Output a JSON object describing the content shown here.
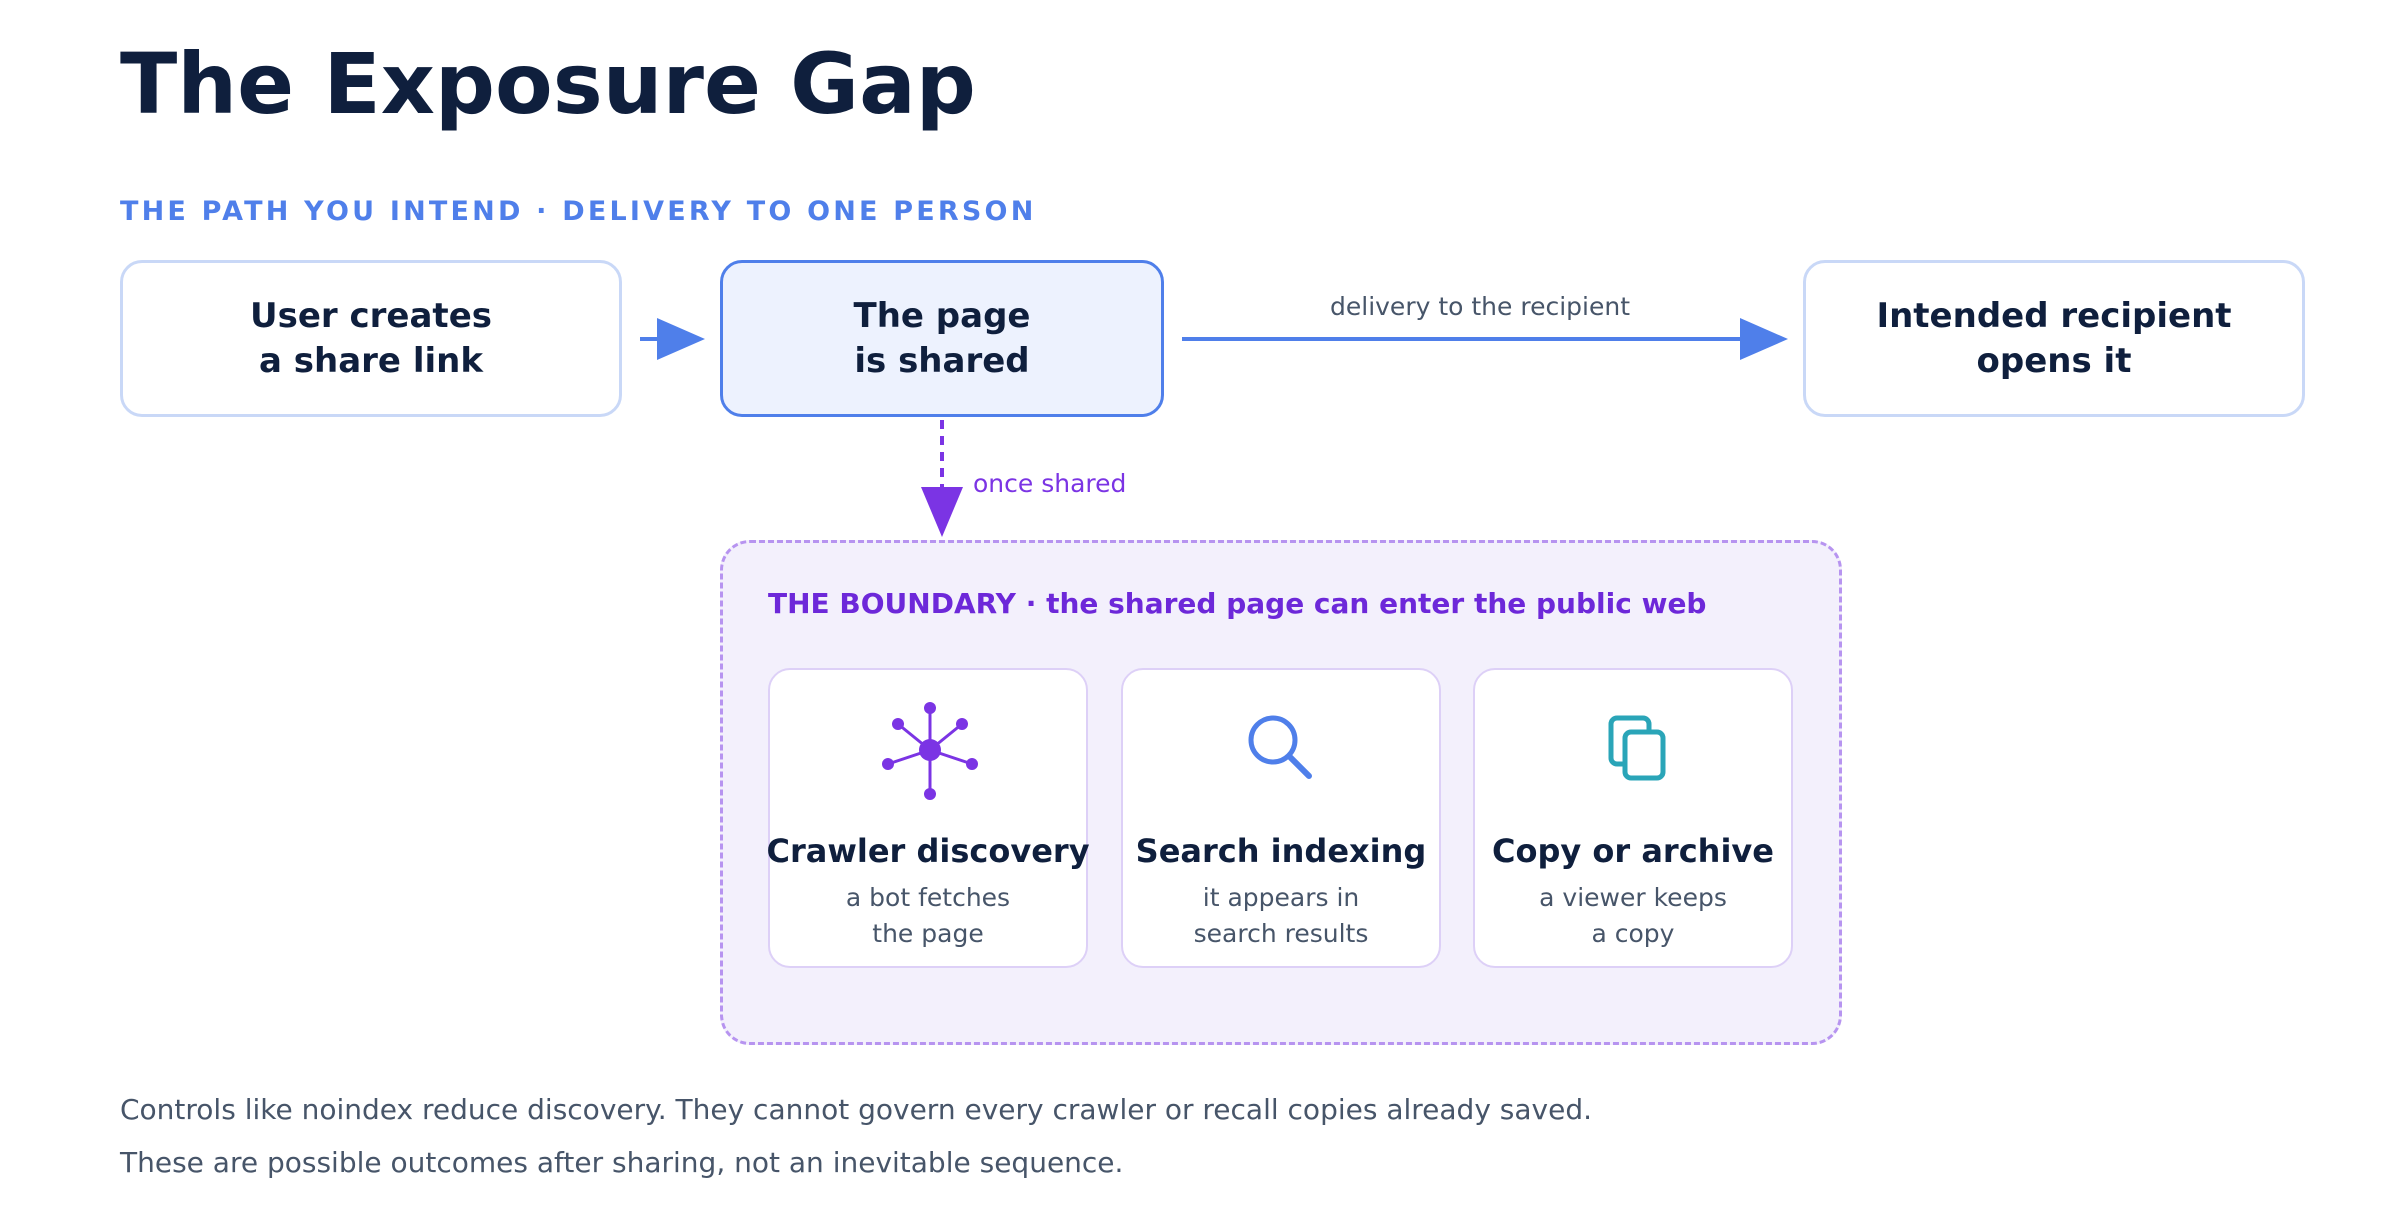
{
  "title": "The Exposure Gap",
  "intended_path": {
    "label": "THE PATH YOU INTEND · DELIVERY TO ONE PERSON",
    "nodes": [
      {
        "id": "user",
        "label": "User creates\na share link"
      },
      {
        "id": "page",
        "label": "The page\nis shared"
      },
      {
        "id": "recipient",
        "label": "Intended recipient\nopens it"
      }
    ],
    "delivery_label": "delivery to the recipient"
  },
  "branch_label": "once shared",
  "boundary": {
    "title": "THE BOUNDARY · the shared page can enter the public web",
    "cards": [
      {
        "icon": "network-icon",
        "title": "Crawler discovery",
        "description": "a bot fetches\nthe page"
      },
      {
        "icon": "search-icon",
        "title": "Search indexing",
        "description": "it appears in\nsearch results"
      },
      {
        "icon": "copy-icon",
        "title": "Copy or archive",
        "description": "a viewer keeps\na copy"
      }
    ]
  },
  "footnotes": [
    "Controls like noindex reduce discovery. They cannot govern every crawler or recall copies already saved.",
    "These are possible outcomes after sharing, not an inevitable sequence."
  ],
  "colors": {
    "title": "#0f1f3d",
    "accent_blue": "#4f7fea",
    "accent_purple": "#7b34e4",
    "boundary_fill": "#f3f0fc",
    "copy_teal": "#2aa5b8"
  }
}
